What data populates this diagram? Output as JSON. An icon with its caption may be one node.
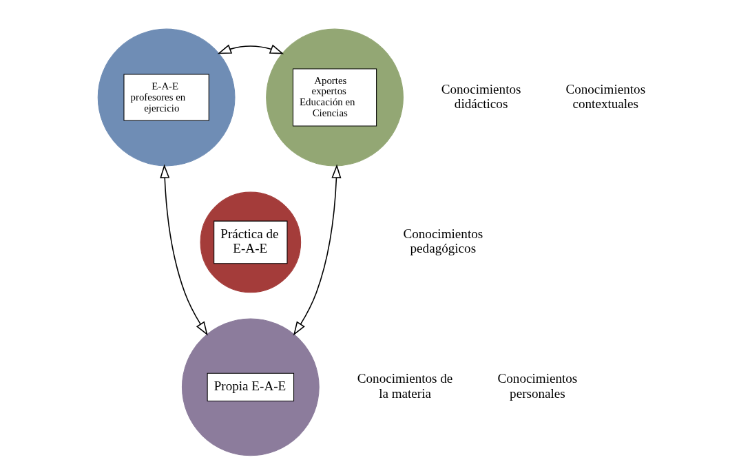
{
  "diagram": {
    "nodes": [
      {
        "text": [
          "E-A-E profesores en ejercicio"
        ]
      },
      {
        "text": [
          "Aportes expertos Educación en Ciencias"
        ]
      },
      {
        "text": [
          "Práctica de E-A-E"
        ]
      },
      {
        "text": [
          "Propia E-A-E"
        ]
      }
    ],
    "edges": [
      {
        "from": 1,
        "to": 0,
        "arrow": "both"
      },
      {
        "from": 0,
        "to": 3,
        "arrow": "both"
      },
      {
        "from": 3,
        "to": 1,
        "arrow": "both"
      }
    ],
    "labels": [
      "Conocimientos contextuales",
      "Conocimientos didácticos",
      "Conocimientos pedagógicos",
      "Conocimientos personales",
      "Conocimientos de la materia"
    ]
  }
}
